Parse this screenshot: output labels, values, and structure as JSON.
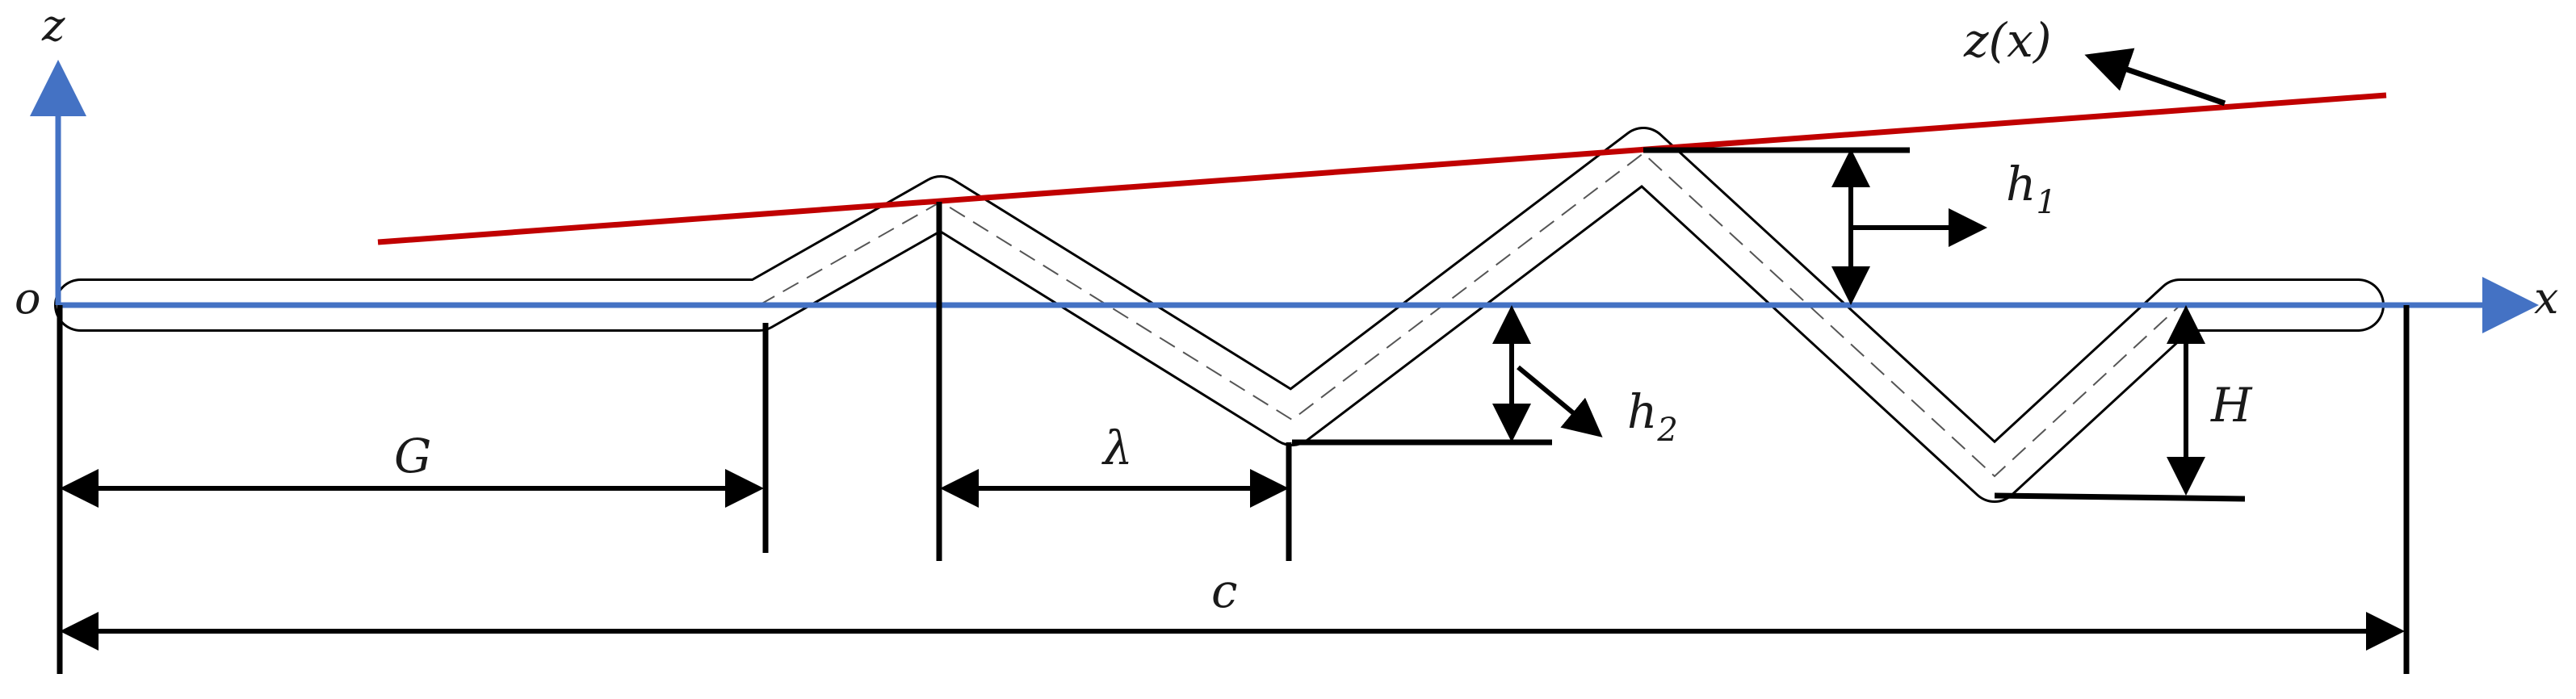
{
  "diagram": {
    "labels": {
      "z_axis": "z",
      "x_axis": "x",
      "origin": "o",
      "z_of_x": "z(x)",
      "h1": "h",
      "h1_sub": "1",
      "h2": "h",
      "h2_sub": "2",
      "H": "H",
      "G": "G",
      "lambda": "λ",
      "c": "c"
    },
    "colors": {
      "axis": "#4472C4",
      "envelope_line": "#C00000",
      "outline": "#000000",
      "centerline": "#555555",
      "dimension": "#000000"
    }
  }
}
